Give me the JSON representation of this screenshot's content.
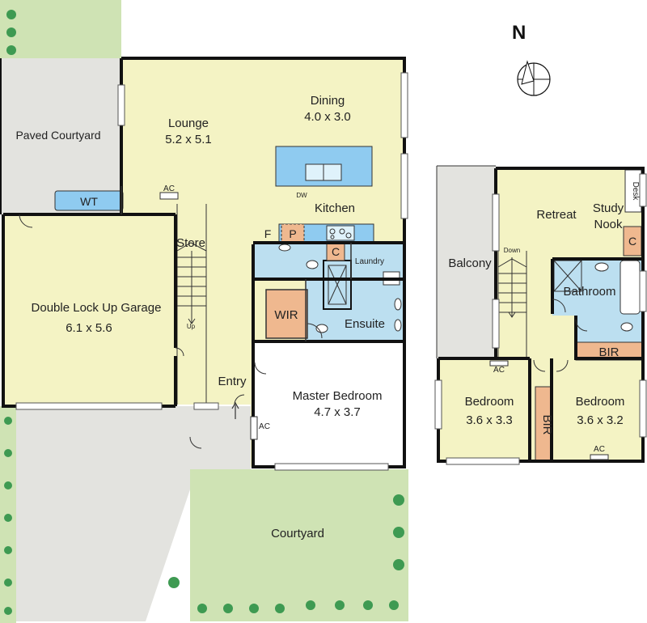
{
  "compass": {
    "label": "N"
  },
  "colors": {
    "floor": "#f4f3c4",
    "wet": "#bcdff0",
    "robe": "#efb88f",
    "paving": "#e3e3df",
    "garden": "#cfe3b4",
    "tree": "#3e9a52",
    "bench": "#8fcbf0",
    "wall": "#111111"
  },
  "ground_floor": {
    "paved_courtyard": "Paved Courtyard",
    "wt": "WT",
    "lounge": {
      "name": "Lounge",
      "size": "5.2 x 5.1"
    },
    "dining": {
      "name": "Dining",
      "size": "4.0 x 3.0"
    },
    "kitchen": "Kitchen",
    "dw": "DW",
    "fridge": "F",
    "pantry": "P",
    "cupboard": "C",
    "laundry": "Laundry",
    "wir": "WIR",
    "ensuite": "Ensuite",
    "store": "Store",
    "up": "Up",
    "garage": {
      "name": "Double Lock Up Garage",
      "size": "6.1 x 5.6"
    },
    "entry": "Entry",
    "master_bedroom": {
      "name": "Master Bedroom",
      "size": "4.7 x 3.7"
    },
    "ac": "AC",
    "courtyard": "Courtyard"
  },
  "first_floor": {
    "balcony": "Balcony",
    "retreat": "Retreat",
    "study_nook": "Study\nNook",
    "study": "Study",
    "nook": "Nook",
    "desk": "Desk",
    "cupboard": "C",
    "down": "Down",
    "bathroom": "Bathroom",
    "bir": "BIR",
    "ac": "AC",
    "bedroom_1": {
      "name": "Bedroom",
      "size": "3.6 x 3.3"
    },
    "bedroom_2": {
      "name": "Bedroom",
      "size": "3.6 x 3.2"
    }
  }
}
